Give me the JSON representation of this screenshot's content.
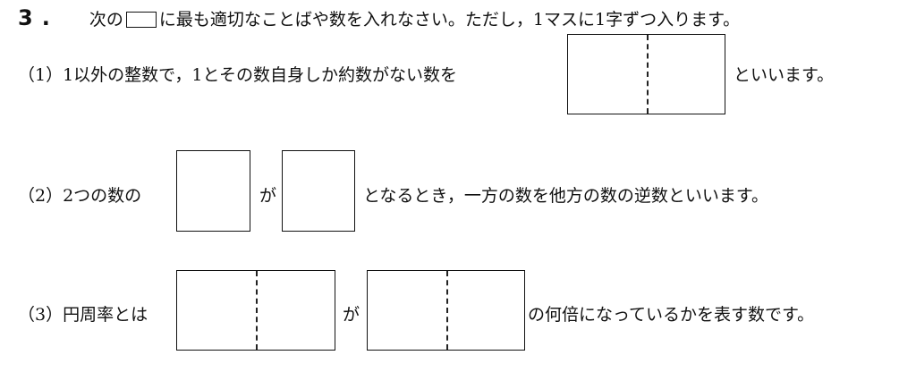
{
  "header": {
    "number": "3.",
    "instruction_before": "次の",
    "instruction_after": "に最も適切なことばや数を入れなさい。ただし，1マスに1字ずつ入ります。"
  },
  "questions": [
    {
      "label": "（1）",
      "text_before": "1以外の整数で，1とその数自身しか約数がない数を",
      "text_after": "といいます。"
    },
    {
      "label": "（2）",
      "text_before": "2つの数の",
      "text_middle": "が",
      "text_after": "となるとき，一方の数を他方の数の逆数といいます。"
    },
    {
      "label": "（3）",
      "text_before": "円周率とは",
      "text_middle": "が",
      "text_after": "の何倍になっているかを表す数です。"
    }
  ]
}
